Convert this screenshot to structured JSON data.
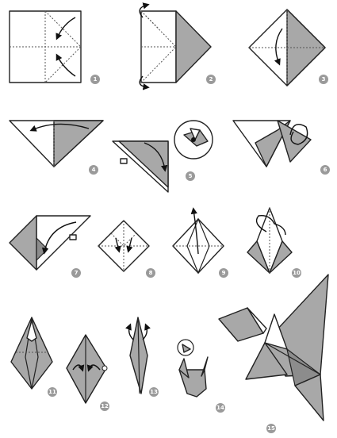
{
  "steps": [
    {
      "label": "1"
    },
    {
      "label": "2"
    },
    {
      "label": "3"
    },
    {
      "label": "4"
    },
    {
      "label": "5"
    },
    {
      "label": "6"
    },
    {
      "label": "7"
    },
    {
      "label": "8"
    },
    {
      "label": "9"
    },
    {
      "label": "10"
    },
    {
      "label": "11"
    },
    {
      "label": "12"
    },
    {
      "label": "13"
    },
    {
      "label": "14"
    },
    {
      "label": "15"
    }
  ],
  "colors": {
    "paper": "#ffffff",
    "shade": "#a8a8a8",
    "badge": "#9a9a9a",
    "ink": "#222222"
  }
}
